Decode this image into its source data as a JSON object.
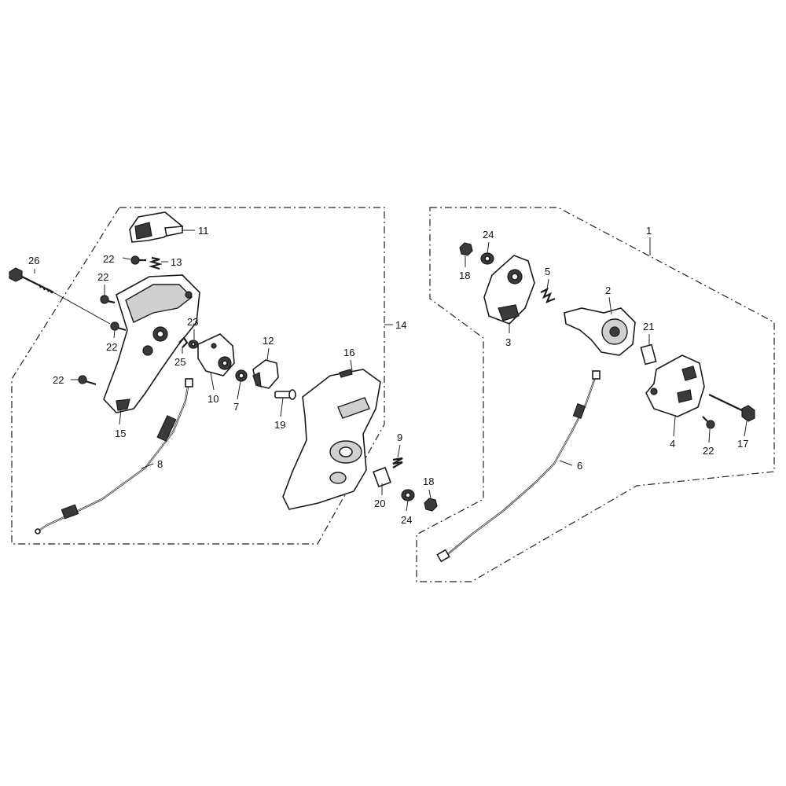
{
  "callouts": {
    "n1": "1",
    "n2": "2",
    "n3": "3",
    "n4": "4",
    "n5": "5",
    "n6": "6",
    "n7": "7",
    "n8": "8",
    "n9": "9",
    "n10": "10",
    "n11": "11",
    "n12": "12",
    "n13": "13",
    "n14": "14",
    "n15": "15",
    "n16": "16",
    "n17": "17",
    "n18a": "18",
    "n18b": "18",
    "n19": "19",
    "n20": "20",
    "n21": "21",
    "n22a": "22",
    "n22b": "22",
    "n22c": "22",
    "n22d": "22",
    "n22e": "22",
    "n23": "23",
    "n24a": "24",
    "n24b": "24",
    "n25": "25",
    "n26": "26"
  }
}
